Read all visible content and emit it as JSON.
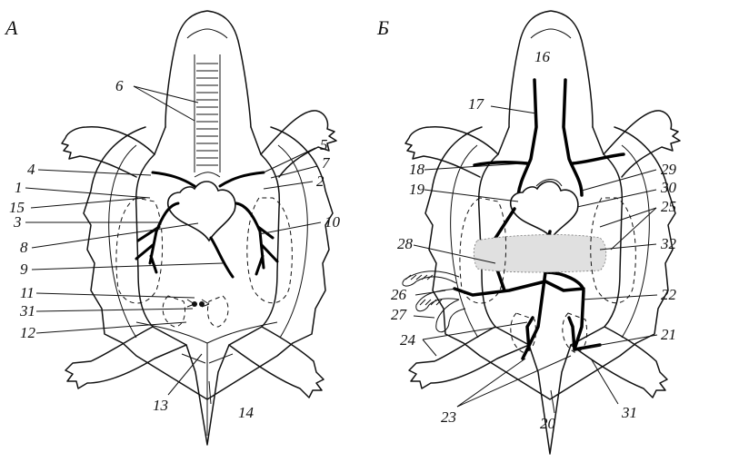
{
  "panels": [
    {
      "letter": "А",
      "labels": [
        {
          "text": "6"
        },
        {
          "text": "5"
        },
        {
          "text": "7"
        },
        {
          "text": "4"
        },
        {
          "text": "2"
        },
        {
          "text": "1"
        },
        {
          "text": "15"
        },
        {
          "text": "3"
        },
        {
          "text": "10"
        },
        {
          "text": "8"
        },
        {
          "text": "9"
        },
        {
          "text": "11"
        },
        {
          "text": "31"
        },
        {
          "text": "12"
        },
        {
          "text": "13"
        },
        {
          "text": "14"
        }
      ]
    },
    {
      "letter": "Б",
      "labels": [
        {
          "text": "16"
        },
        {
          "text": "17"
        },
        {
          "text": "18"
        },
        {
          "text": "29"
        },
        {
          "text": "19"
        },
        {
          "text": "30"
        },
        {
          "text": "25"
        },
        {
          "text": "28"
        },
        {
          "text": "32"
        },
        {
          "text": "26"
        },
        {
          "text": "22"
        },
        {
          "text": "27"
        },
        {
          "text": "24"
        },
        {
          "text": "21"
        },
        {
          "text": "23"
        },
        {
          "text": "31"
        },
        {
          "text": "20"
        }
      ]
    }
  ]
}
